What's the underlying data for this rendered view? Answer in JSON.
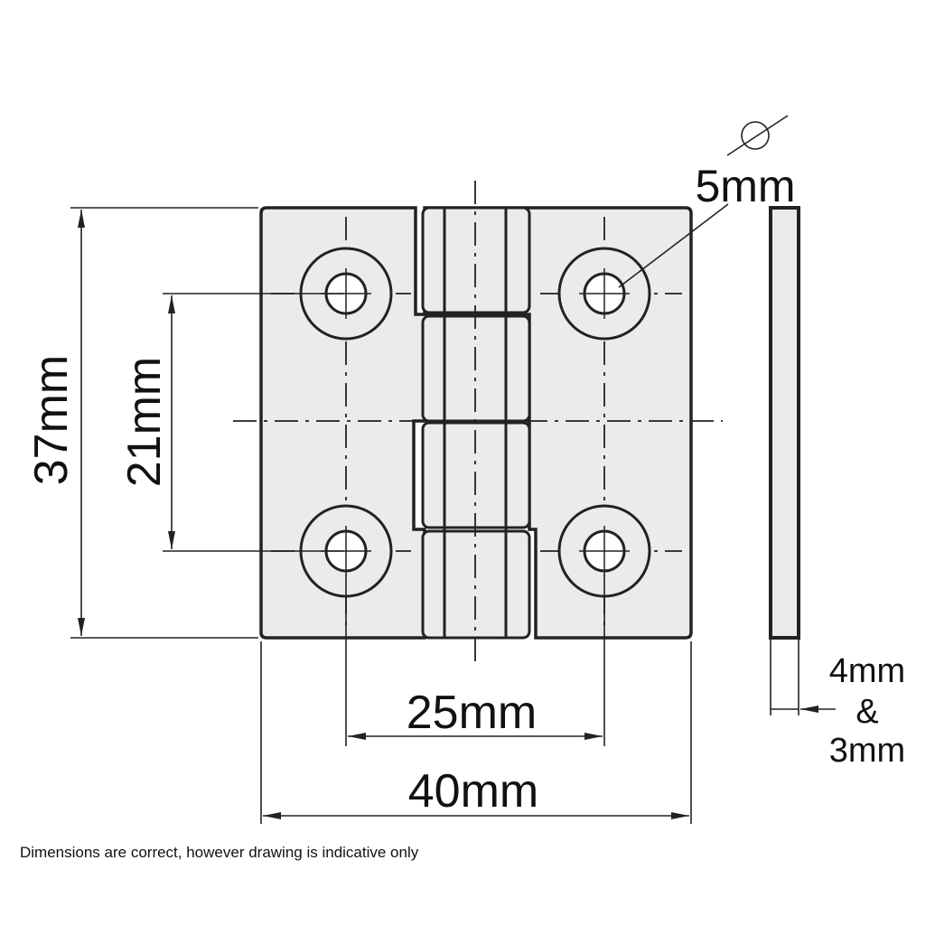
{
  "drawing": {
    "dimensions": {
      "height_overall": "37mm",
      "hole_vertical_spacing": "21mm",
      "hole_horizontal_spacing": "25mm",
      "width_overall": "40mm",
      "hole_diameter": "5mm",
      "thickness_line1": "4mm",
      "thickness_line2": "&",
      "thickness_line3": "3mm"
    },
    "diameter_symbol": "diameter-icon",
    "colors": {
      "fill": "#ebebeb",
      "stroke": "#222222"
    }
  },
  "footnote": "Dimensions are correct, however drawing is indicative only"
}
